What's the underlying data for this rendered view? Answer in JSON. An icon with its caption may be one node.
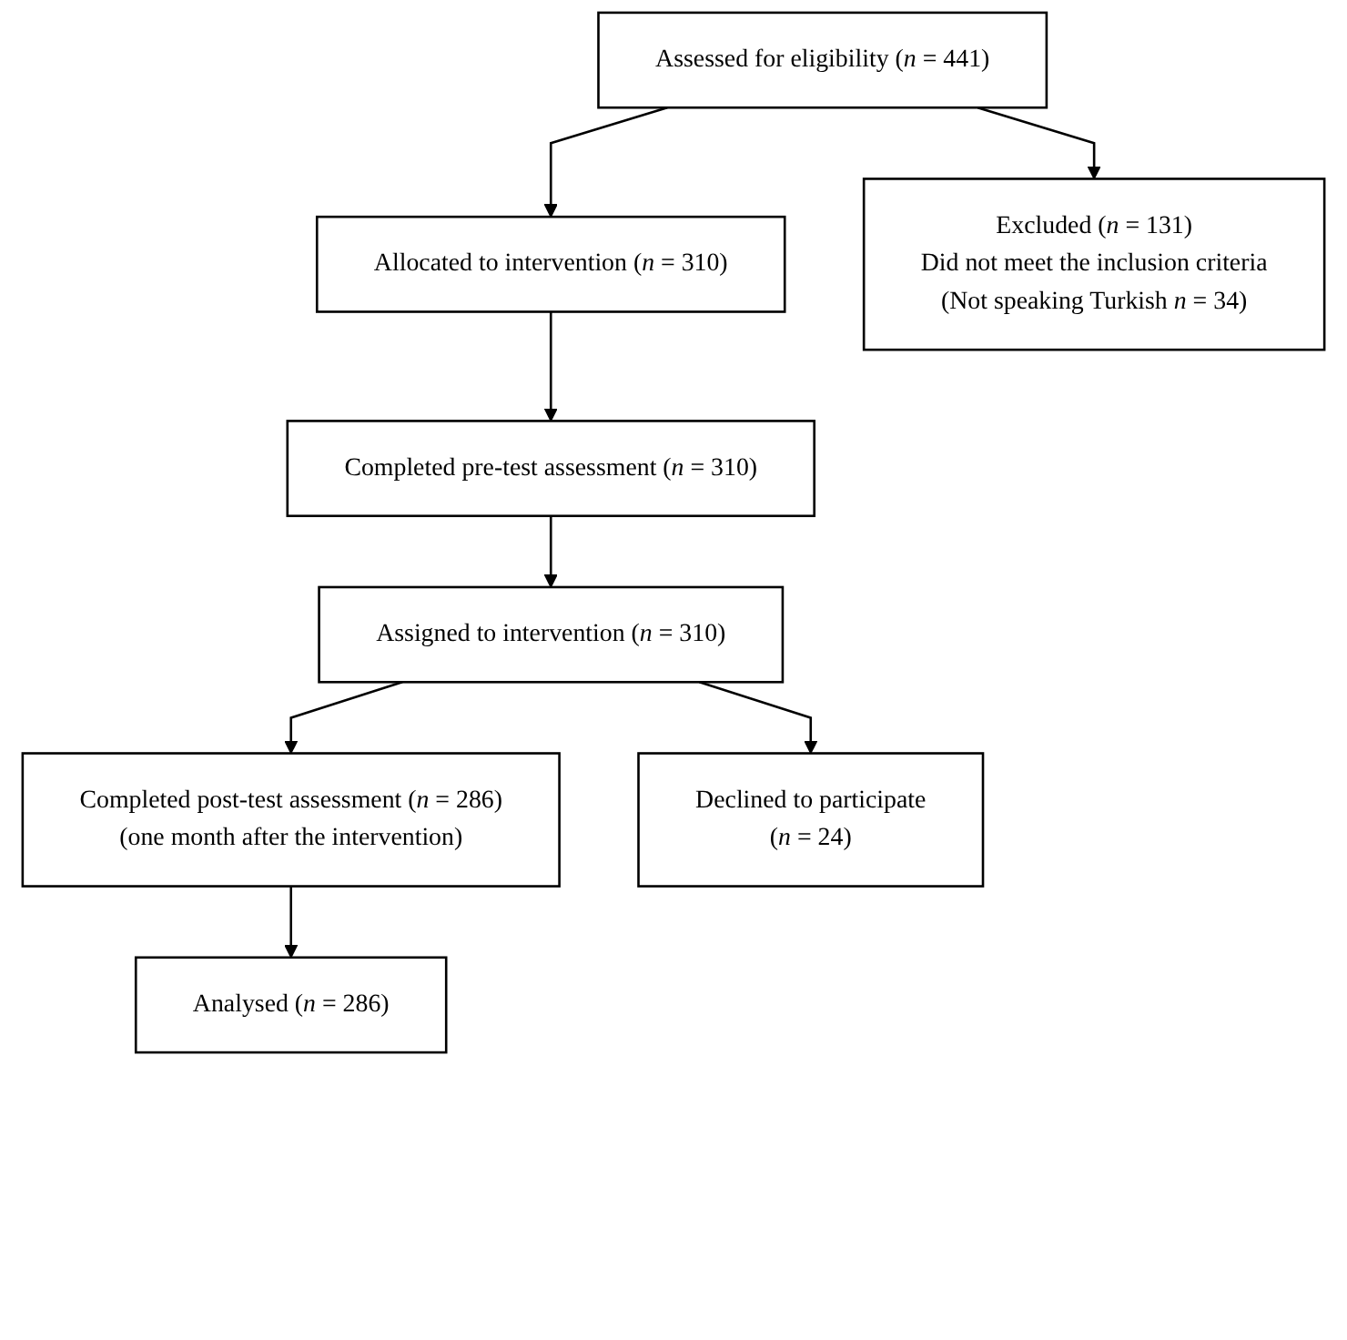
{
  "diagram": {
    "nodes": [
      {
        "text": [
          "Assessed for eligibility (*n* = 441)"
        ]
      },
      {
        "text": [
          "Excluded (*n* = 131)",
          "Did not meet the inclusion criteria",
          "(Not speaking Turkish *n* = 34)"
        ]
      },
      {
        "text": [
          "Allocated to intervention (*n* = 310)"
        ]
      },
      {
        "text": [
          "Completed pre-test assessment (*n* = 310)"
        ]
      },
      {
        "text": [
          "Assigned to intervention (*n* = 310)"
        ]
      },
      {
        "text": [
          "Declined to participate",
          "(*n* = 24)"
        ]
      },
      {
        "text": [
          "Completed post-test assessment (*n* = 286)",
          "(one month after the intervention)"
        ]
      },
      {
        "text": [
          "Analysed (*n* = 286)"
        ]
      }
    ],
    "edges": [
      {
        "from": 0,
        "to": 2,
        "arrow": "to"
      },
      {
        "from": 0,
        "to": 1,
        "arrow": "to"
      },
      {
        "from": 2,
        "to": 3,
        "arrow": "to"
      },
      {
        "from": 3,
        "to": 4,
        "arrow": "to"
      },
      {
        "from": 4,
        "to": 6,
        "arrow": "to"
      },
      {
        "from": 4,
        "to": 5,
        "arrow": "to"
      },
      {
        "from": 6,
        "to": 7,
        "arrow": "to"
      }
    ]
  }
}
